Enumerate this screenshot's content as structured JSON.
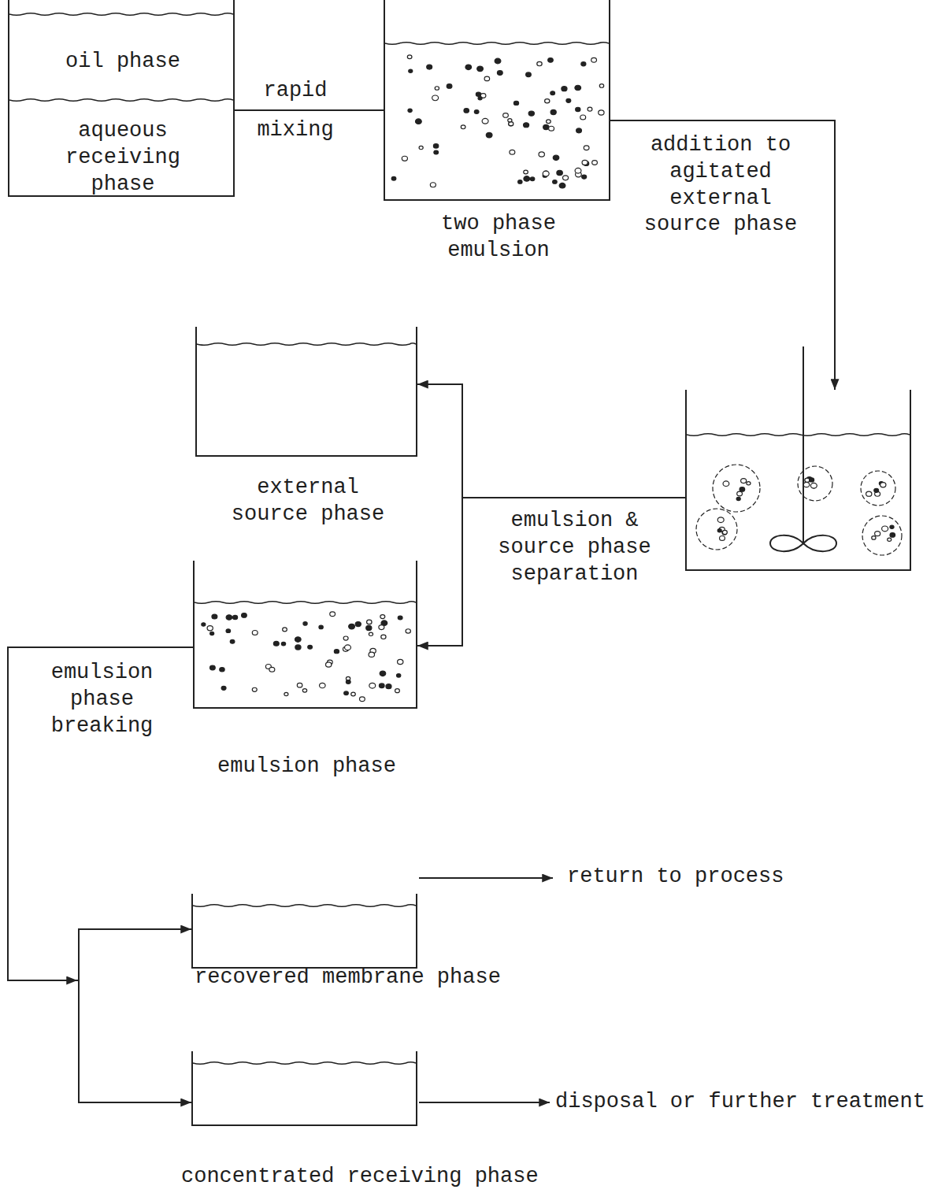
{
  "diagram": {
    "nodes": [
      {
        "text": [
          "oil phase",
          "aqueous receiving phase"
        ]
      },
      {
        "text": [
          "two phase emulsion"
        ]
      },
      {
        "text": []
      },
      {
        "text": [
          "external source phase"
        ]
      },
      {
        "text": [
          "emulsion phase"
        ]
      },
      {
        "text": [
          "recovered membrane phase"
        ]
      },
      {
        "text": [
          "concentrated receiving phase"
        ]
      }
    ],
    "edges": [
      {
        "from": 0,
        "to": 1,
        "arrow": "none",
        "label": "rapid mixing"
      },
      {
        "from": 1,
        "to": 2,
        "arrow": "to",
        "label": "addition to agitated external source phase"
      },
      {
        "from": 2,
        "to": 3,
        "arrow": "to",
        "label": "emulsion & source phase separation"
      },
      {
        "from": 2,
        "to": 4,
        "arrow": "to"
      },
      {
        "from": 4,
        "to": 5,
        "arrow": "to",
        "label": "emulsion phase breaking"
      },
      {
        "from": 4,
        "to": 6,
        "arrow": "to"
      }
    ],
    "labels": [
      "return to process",
      "disposal or further treatment"
    ]
  }
}
